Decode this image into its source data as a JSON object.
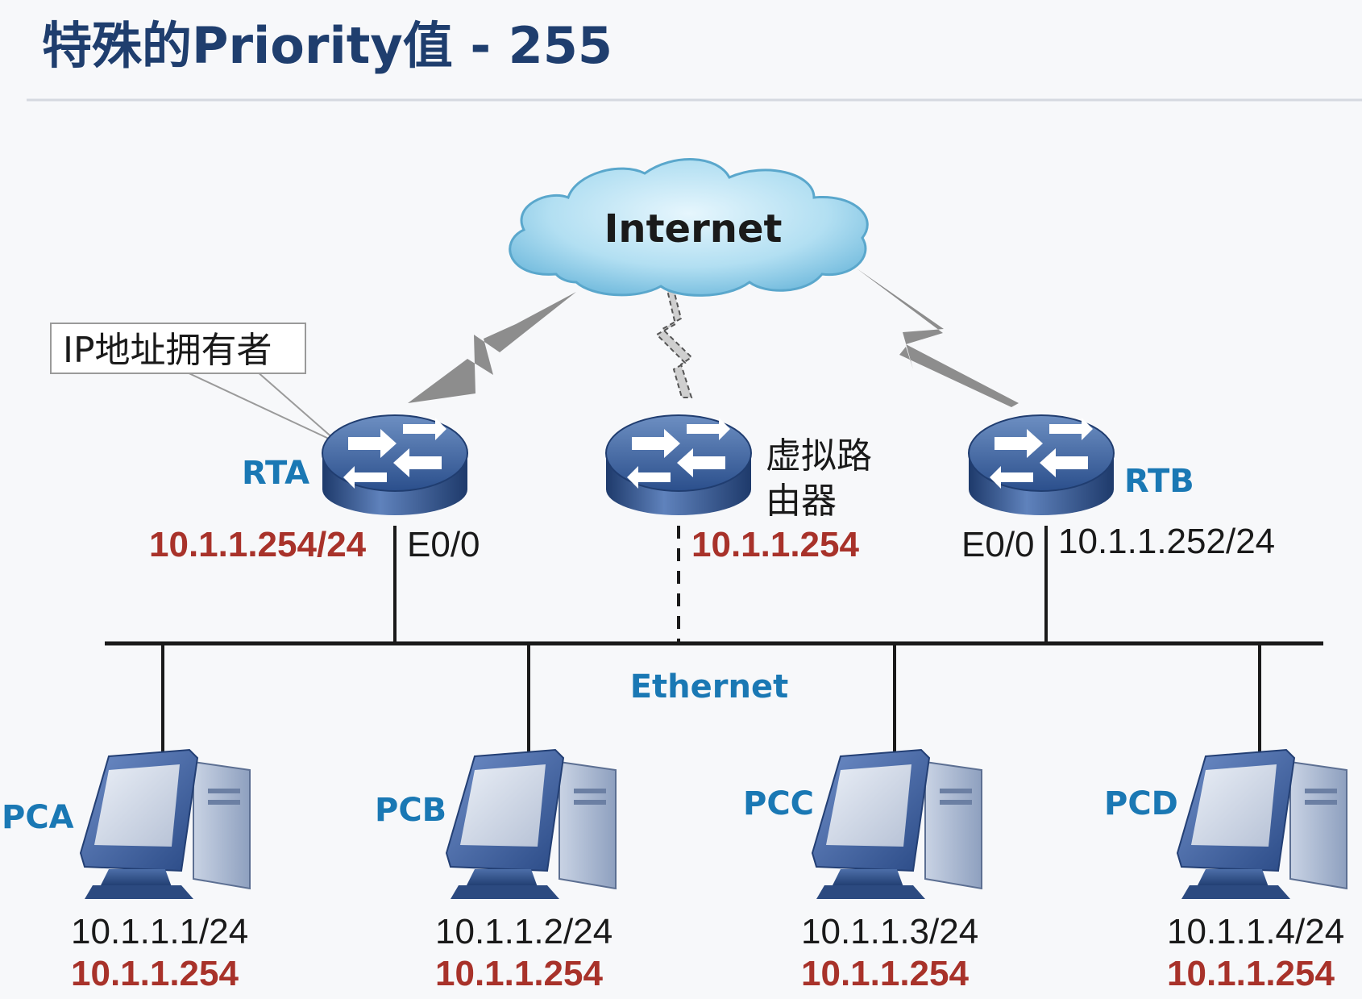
{
  "title": "特殊的Priority值 - 255",
  "cloud": {
    "label": "Internet"
  },
  "callout": {
    "label": "IP地址拥有者"
  },
  "routers": {
    "rta": {
      "name": "RTA",
      "ip": "10.1.1.254/24",
      "interface": "E0/0"
    },
    "virtual": {
      "name_line1": "虚拟路",
      "name_line2": "由器",
      "ip": "10.1.1.254"
    },
    "rtb": {
      "name": "RTB",
      "ip": "10.1.1.252/24",
      "interface": "E0/0"
    }
  },
  "bus": {
    "label": "Ethernet"
  },
  "pcs": [
    {
      "name": "PCA",
      "ip": "10.1.1.1/24",
      "gateway": "10.1.1.254"
    },
    {
      "name": "PCB",
      "ip": "10.1.1.2/24",
      "gateway": "10.1.1.254"
    },
    {
      "name": "PCC",
      "ip": "10.1.1.3/24",
      "gateway": "10.1.1.254"
    },
    {
      "name": "PCD",
      "ip": "10.1.1.4/24",
      "gateway": "10.1.1.254"
    }
  ],
  "colors": {
    "title": "#1f3e6e",
    "blue_label": "#1a78b4",
    "red_ip": "#a8322a",
    "line": "#1a1a1a",
    "lightning": "#8a8a8a",
    "cloud": "#a9d8ef"
  }
}
